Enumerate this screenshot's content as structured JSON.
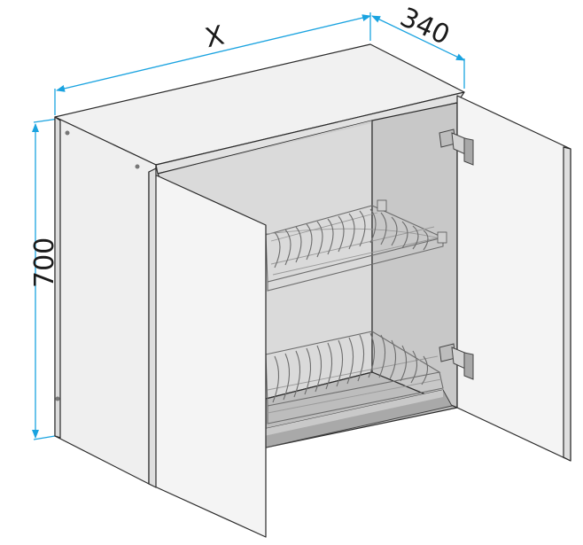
{
  "dimensions": {
    "width_label": "X",
    "depth_label": "340",
    "height_label": "700"
  },
  "colors": {
    "dimension_line": "#1aa3e0",
    "panel_face": "#f3f3f3",
    "panel_side": "#e6e6e6",
    "interior_back": "#dcdcdc",
    "outline": "#2b2b2b"
  },
  "parts": {
    "cabinet": "wall-cabinet",
    "upper_rack": "plate-rack",
    "lower_rack": "dish-drainer-tray",
    "hinges": "concealed-hinge"
  }
}
